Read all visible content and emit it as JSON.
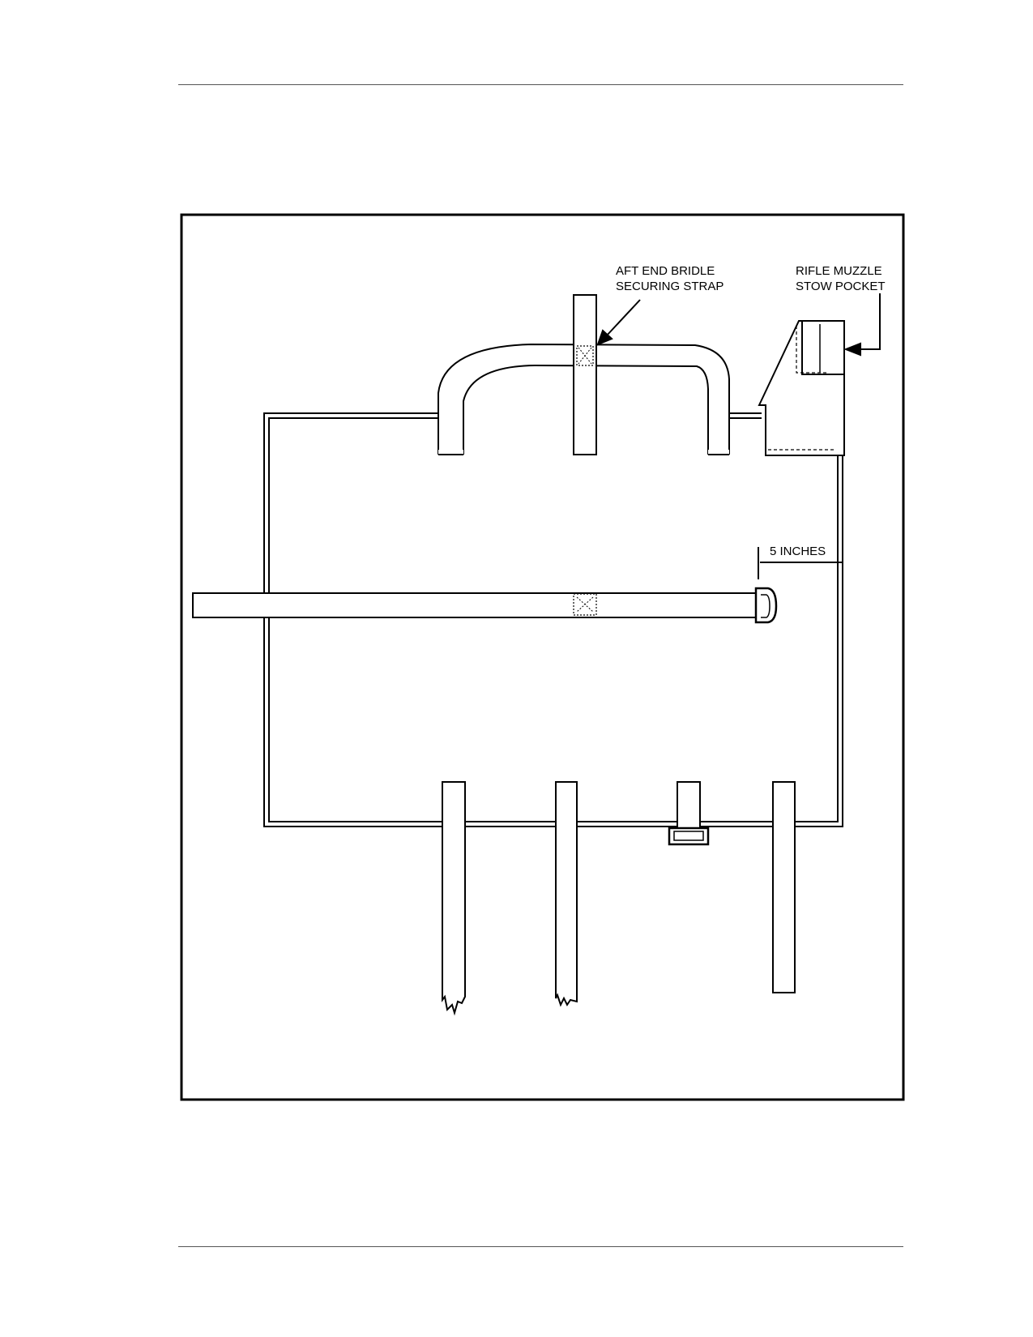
{
  "diagram": {
    "labels": {
      "bridle_line1": "AFT END BRIDLE",
      "bridle_line2": "SECURING STRAP",
      "rifle_line1": "RIFLE MUZZLE",
      "rifle_line2": "STOW POCKET",
      "dimension": "5 INCHES"
    }
  }
}
